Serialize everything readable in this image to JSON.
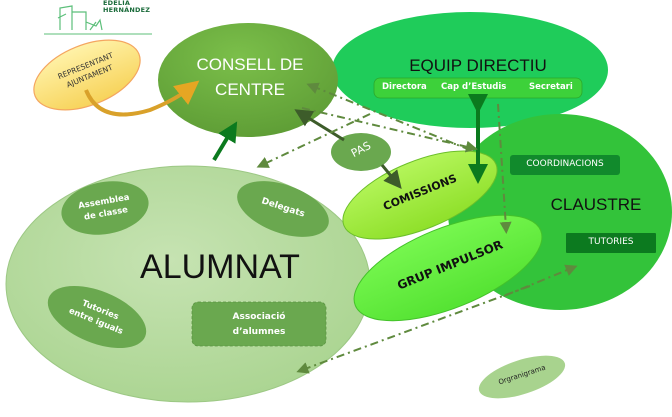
{
  "logo": {
    "line1": "EDELIA",
    "line2": "HERNÁNDEZ"
  },
  "nodes": {
    "representant": {
      "line1": "REPRESENTANT",
      "line2": "AJUNTAMENT"
    },
    "consell": {
      "line1": "CONSELL DE",
      "line2": "CENTRE"
    },
    "equip": {
      "title": "EQUIP DIRECTIU",
      "members": [
        "Directora",
        "Cap d’Estudis",
        "Secretari"
      ]
    },
    "claustre": {
      "title": "CLAUSTRE",
      "coordinacions": "COORDINACIONS",
      "tutories": "TUTORIES"
    },
    "alumnat": {
      "title": "ALUMNAT",
      "assemblea": {
        "line1": "Assemblea",
        "line2": "de classe"
      },
      "delegats": "Delegats",
      "tutories_iguals": {
        "line1": "Tutories",
        "line2": "entre iguals"
      },
      "associacio": {
        "line1": "Associació",
        "line2": "d’alumnes"
      }
    },
    "pas": "PAS",
    "comissions": "COMISSIONS",
    "grup_impulsor": "GRUP IMPULSOR",
    "organigrama": "Orgranigrama"
  },
  "colors": {
    "consell": "#6aab3e",
    "equip": "#1fcc5a",
    "claustre": "#33c33a",
    "alumnat": "#b9dba4",
    "alumnat_inner": "#6aa84f",
    "lime": "#99ee33",
    "grup": "#66ee44",
    "representant": "#fde68a",
    "dark_green": "#0b7a1e",
    "arrow_dark": "#3d5c2a",
    "dashed": "#5f8a3e"
  }
}
